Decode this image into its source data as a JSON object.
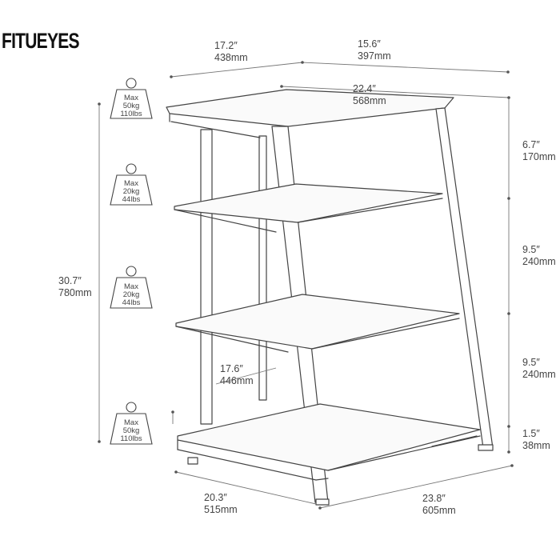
{
  "brand": {
    "part1": "FITU",
    "part2": "EYES"
  },
  "dimensions": {
    "top_depth": {
      "in": "17.2″",
      "mm": "438mm"
    },
    "top_width": {
      "in": "15.6″",
      "mm": "397mm"
    },
    "top_diagonal": {
      "in": "22.4″",
      "mm": "568mm"
    },
    "total_height": {
      "in": "30.7″",
      "mm": "780mm"
    },
    "gap_top": {
      "in": "6.7″",
      "mm": "170mm"
    },
    "gap_middle_1": {
      "in": "9.5″",
      "mm": "240mm"
    },
    "gap_middle_2": {
      "in": "9.5″",
      "mm": "240mm"
    },
    "bottom_clear": {
      "in": "1.5″",
      "mm": "38mm"
    },
    "inner_depth": {
      "in": "17.6″",
      "mm": "446mm"
    },
    "base_depth": {
      "in": "20.3″",
      "mm": "515mm"
    },
    "base_width": {
      "in": "23.8″",
      "mm": "605mm"
    }
  },
  "weight_limits": [
    {
      "label": "Max",
      "kg": "50kg",
      "lbs": "110lbs"
    },
    {
      "label": "Max",
      "kg": "20kg",
      "lbs": "44lbs"
    },
    {
      "label": "Max",
      "kg": "20kg",
      "lbs": "44lbs"
    },
    {
      "label": "Max",
      "kg": "50kg",
      "lbs": "110lbs"
    }
  ]
}
